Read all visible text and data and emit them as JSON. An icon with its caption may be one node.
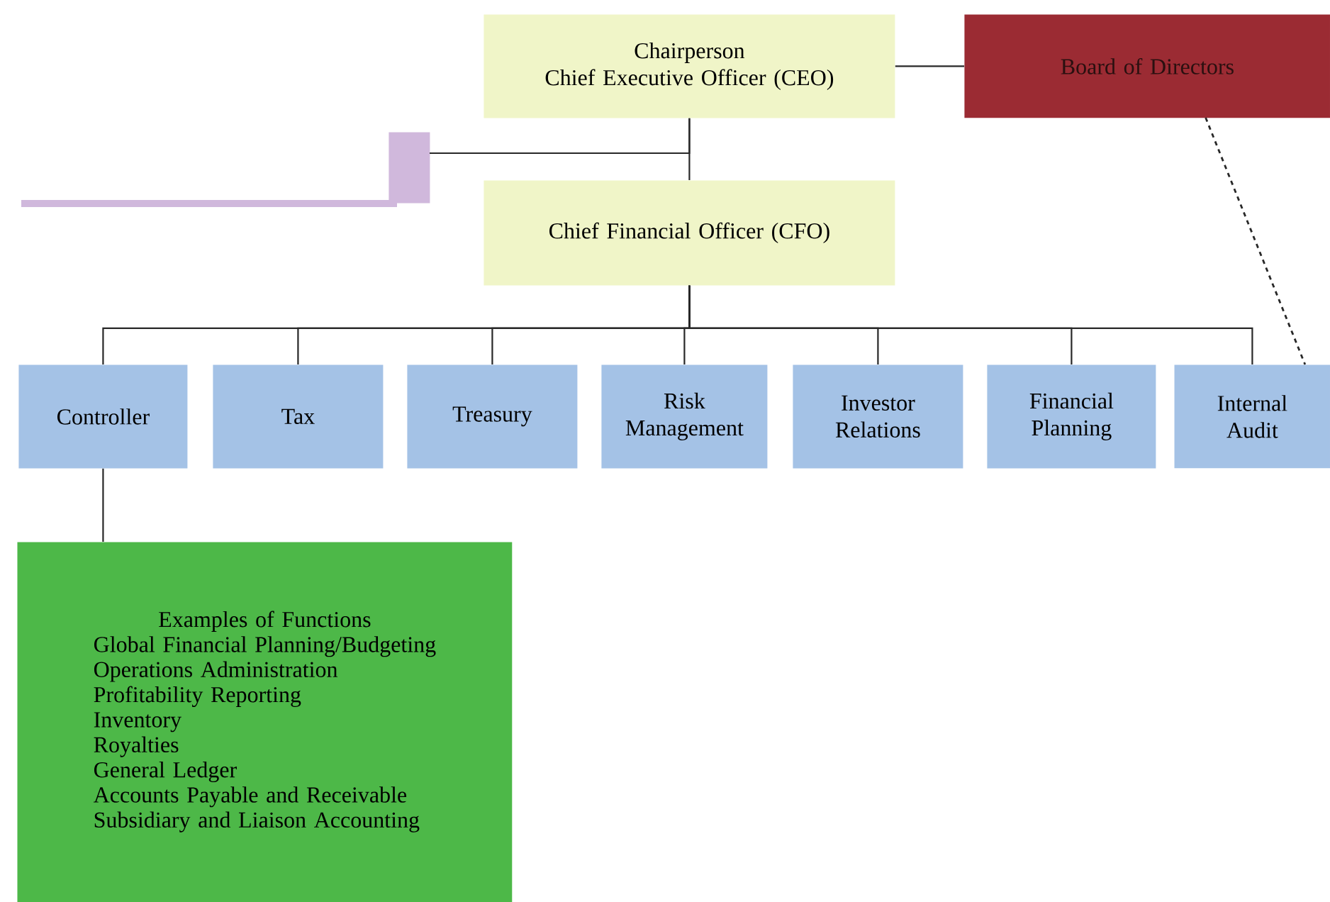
{
  "diagram": {
    "nodes": [
      {
        "text": [
          "Chairperson",
          "Chief Executive Officer (CEO)"
        ]
      },
      {
        "text": [
          "Board of Directors"
        ]
      },
      {
        "text": [],
        "shape": "box"
      },
      {
        "text": [
          "Chief Financial Officer (CFO)"
        ]
      },
      {
        "text": [
          "Controller"
        ]
      },
      {
        "text": [
          "Tax"
        ]
      },
      {
        "text": [
          "Treasury"
        ]
      },
      {
        "text": [
          "Risk Management"
        ]
      },
      {
        "text": [
          "Investor Relations"
        ]
      },
      {
        "text": [
          "Financial Planning"
        ]
      },
      {
        "text": [
          "Internal Audit"
        ]
      },
      {
        "text": [
          "Examples of Functions",
          "Global Financial Planning/Budgeting",
          "Operations Administration",
          "Profitability Reporting",
          "Inventory",
          "Royalties",
          "General Ledger",
          "Accounts Payable and Receivable",
          "Subsidiary and Liaison Accounting"
        ]
      }
    ],
    "edges": [
      {
        "from": 0,
        "to": 1,
        "arrow": "none"
      },
      {
        "from": 0,
        "to": 3,
        "arrow": "none"
      },
      {
        "from": 2,
        "to": 0,
        "arrow": "none"
      },
      {
        "from": 3,
        "to": 4,
        "arrow": "none"
      },
      {
        "from": 3,
        "to": 5,
        "arrow": "none"
      },
      {
        "from": 3,
        "to": 6,
        "arrow": "none"
      },
      {
        "from": 3,
        "to": 7,
        "arrow": "none"
      },
      {
        "from": 3,
        "to": 8,
        "arrow": "none"
      },
      {
        "from": 3,
        "to": 9,
        "arrow": "none"
      },
      {
        "from": 3,
        "to": 10,
        "arrow": "none"
      },
      {
        "from": 1,
        "to": 10,
        "arrow": "none",
        "style": "dashed"
      },
      {
        "from": 4,
        "to": 11,
        "arrow": "none"
      }
    ]
  }
}
